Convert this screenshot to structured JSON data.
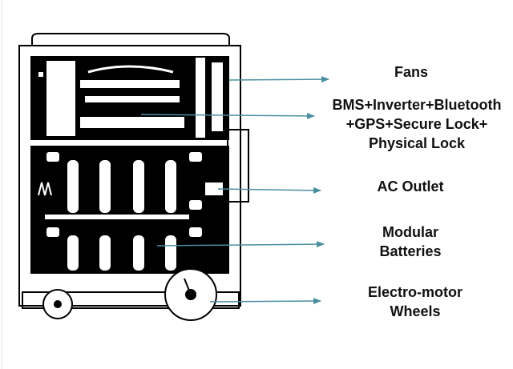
{
  "labels": {
    "fans": "Fans",
    "bms": [
      "BMS+Inverter+Bluetooth",
      "+GPS+Secure Lock+",
      "Physical Lock"
    ],
    "ac_outlet": "AC Outlet",
    "modular_batteries": [
      "Modular",
      "Batteries"
    ],
    "wheels": [
      "Electro-motor",
      "Wheels"
    ]
  },
  "colors": {
    "arrow": "#4a8fa0",
    "line_art": "#000000",
    "background": "#ffffff",
    "text": "#111111"
  }
}
